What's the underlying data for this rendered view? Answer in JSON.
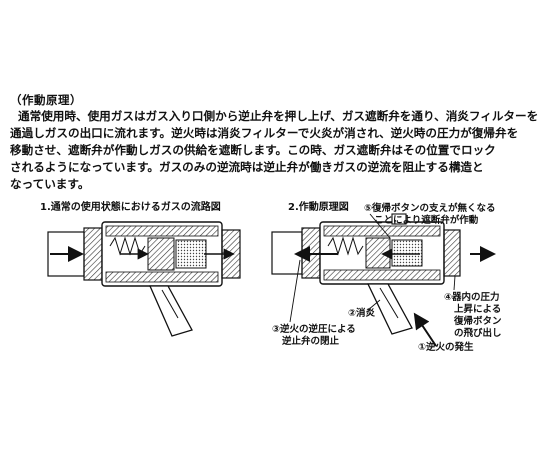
{
  "section": {
    "title": "（作動原理）",
    "lines": [
      "通常使用時、使用ガスはガス入り口側から逆止弁を押し上げ、ガス遮断弁を通り、消炎フィルターを",
      "通過しガスの出口に流れます。逆火時は消炎フィルターで火炎が消され、逆火時の圧力が復帰弁を",
      "移動させ、遮断弁が作動しガスの供給を遮断します。この時、ガス遮断弁はその位置でロック",
      "されるようになっています。ガスのみの逆流時は逆止弁が働きガスの逆流を阻止する構造と",
      "なっています。"
    ]
  },
  "figure1": {
    "caption": "1.通常の使用状態におけるガスの流路図"
  },
  "figure2": {
    "caption": "2.作動原理図",
    "callouts": {
      "c5_line1": "⑤復帰ボタンの支えが無くなる",
      "c5_line2": "ことにより遮断弁が作動",
      "c4_line1": "④器内の圧力",
      "c4_line2": "上昇による",
      "c4_line3": "復帰ボタン",
      "c4_line4": "の飛び出し",
      "c2": "②消炎",
      "c3_line1": "③逆火の逆圧による",
      "c3_line2": "逆止弁の閉止",
      "c1": "①逆火の発生"
    }
  },
  "colors": {
    "ink": "#111111",
    "hatch": "#555555",
    "paper": "#ffffff"
  }
}
